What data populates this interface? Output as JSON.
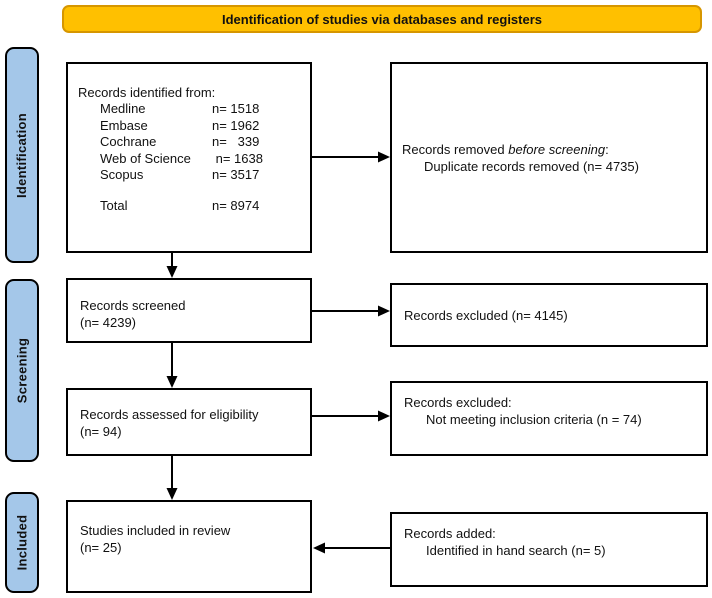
{
  "banner": {
    "label": "Identification of studies via databases and registers"
  },
  "colors": {
    "banner_fill": "#FFC000",
    "banner_border": "#D69600",
    "stage_fill": "#A4C7E9",
    "stage_border": "#000000",
    "box_border": "#000000",
    "arrow": "#000000"
  },
  "stages": [
    {
      "label": "Identification"
    },
    {
      "label": "Screening"
    },
    {
      "label": "Included"
    }
  ],
  "boxes": {
    "identified": {
      "title": "Records identified from:",
      "rows": [
        {
          "source": "Medline",
          "value": "n= 1518"
        },
        {
          "source": "Embase",
          "value": "n= 1962"
        },
        {
          "source": "Cochrane",
          "value": "n=   339"
        },
        {
          "source": "Web of Science",
          "value": " n= 1638"
        },
        {
          "source": "Scopus",
          "value": "n= 3517"
        }
      ],
      "total": {
        "source": "Total",
        "value": "n= 8974"
      }
    },
    "removed": {
      "line1_prefix": "Records removed ",
      "line1_italic": "before screening",
      "line1_suffix": ":",
      "line2": "Duplicate records removed (n= 4735)"
    },
    "screened": {
      "line1": "Records screened",
      "line2": "(n= 4239)"
    },
    "excluded1": {
      "line1": "Records excluded (n= 4145)"
    },
    "assessed": {
      "line1": "Records assessed for eligibility",
      "line2": "(n= 94)"
    },
    "excluded2": {
      "line1": "Records excluded:",
      "line2": "Not meeting inclusion criteria (n = 74)"
    },
    "included": {
      "line1": "Studies included in review",
      "line2": "(n= 25)"
    },
    "added": {
      "line1": "Records added:",
      "line2": "Identified in hand search (n= 5)"
    }
  }
}
